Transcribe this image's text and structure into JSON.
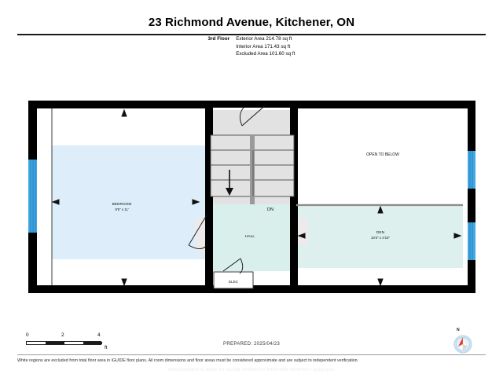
{
  "header": {
    "title": "23 Richmond Avenue, Kitchener, ON",
    "floor_label": "3rd Floor",
    "exterior_area": "Exterior Area 214.78 sq ft",
    "interior_area": "Interior Area 171.43 sq ft",
    "excluded_area": "Excluded Area 101.60 sq ft"
  },
  "plan": {
    "rooms": [
      {
        "name": "BEDROOM",
        "dims": "9'5\" x 11'"
      },
      {
        "name": "OPEN TO BELOW",
        "dims": ""
      },
      {
        "name": "DEN",
        "dims": "10'3\" x 4'10\""
      },
      {
        "name": "HALL",
        "dims": ""
      },
      {
        "name": "ELEC",
        "dims": ""
      }
    ],
    "stair_direction": "DN"
  },
  "scale": {
    "ticks": [
      "0",
      "2",
      "4"
    ],
    "unit": "ft"
  },
  "prepared": "PREPARED: 2025/04/23",
  "compass": {
    "north": "N"
  },
  "footer": {
    "disclaimer": "White regions are excluded from total floor area in iGUIDE floor plans. All room dimensions and floor areas must be considered approximate and are subject to independent verification.",
    "watermark": "MEASUREMENTS MADE BY iGUIDE OPERATOR WESTERN ONTARIO  •  iguide.plan"
  },
  "colors": {
    "wall": "#000000",
    "bedroom_fill": "#ddeefa",
    "den_fill": "#ddf0ee",
    "hall_fill": "#d8efeb",
    "stair_fill": "#e2e2e2",
    "window": "#45a7e0",
    "white_region": "#ffffff"
  }
}
